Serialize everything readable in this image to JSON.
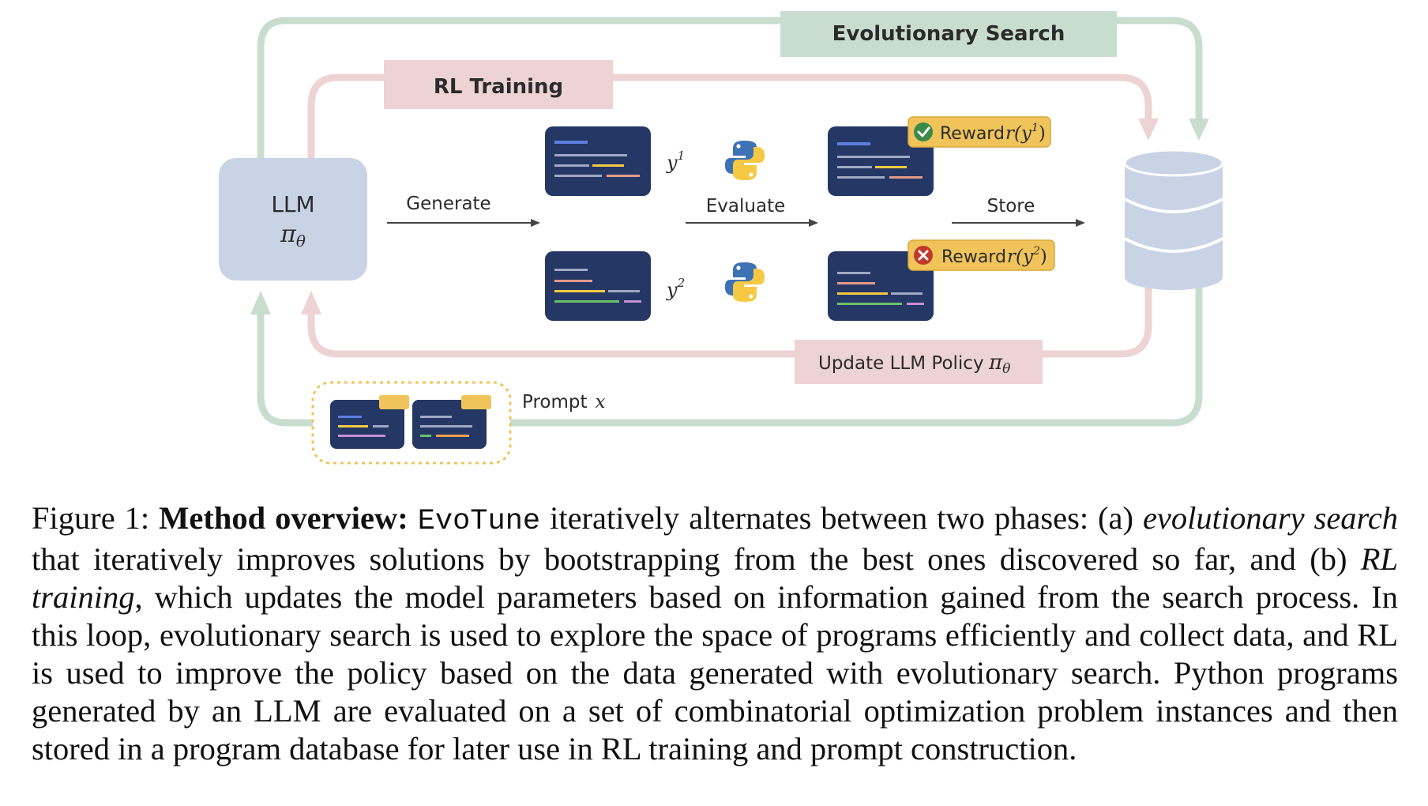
{
  "diagram": {
    "evo_search_label": "Evolutionary Search",
    "rl_training_label": "RL Training",
    "llm_label": "LLM",
    "policy_symbol": "π",
    "policy_sub": "θ",
    "generate_label": "Generate",
    "evaluate_label": "Evaluate",
    "store_label": "Store",
    "output1_symbol": "y",
    "output1_sup": "1",
    "output2_symbol": "y",
    "output2_sup": "2",
    "reward1_label": "Reward",
    "reward1_expr": "r(y",
    "reward1_sup": "1",
    "reward1_close": ")",
    "reward2_label": "Reward",
    "reward2_expr": "r(y",
    "reward2_sup": "2",
    "reward2_close": ")",
    "update_label": "Update LLM Policy",
    "update_symbol": "π",
    "update_sub": "θ",
    "prompt_label": "Prompt",
    "prompt_symbol": "x",
    "colors": {
      "evo_green": "#c9ddcf",
      "rl_pink": "#eed3d4",
      "llm_box": "#c9d3e6",
      "code_panel": "#253764",
      "reward_badge": "#f0c45a",
      "check_green": "#3a8a4a",
      "cross_red": "#c0392b",
      "database": "#c9d3e6"
    }
  },
  "caption": {
    "figure_label": "Figure 1:",
    "title": "Method overview:",
    "method_name": "EvoTune",
    "text_1": "iteratively alternates between two phases: (a)",
    "phase_a": "evolutionary search",
    "text_2": "that iteratively improves solutions by bootstrapping from the best ones discovered so far, and (b)",
    "phase_b": "RL training",
    "text_3": ", which updates the model parameters based on information gained from the search process. In this loop, evolutionary search is used to explore the space of programs efficiently and collect data, and RL is used to improve the policy based on the data generated with evolutionary search. Python programs generated by an LLM are evaluated on a set of combinatorial optimization problem instances and then stored in a program database for later use in RL training and prompt construction."
  }
}
